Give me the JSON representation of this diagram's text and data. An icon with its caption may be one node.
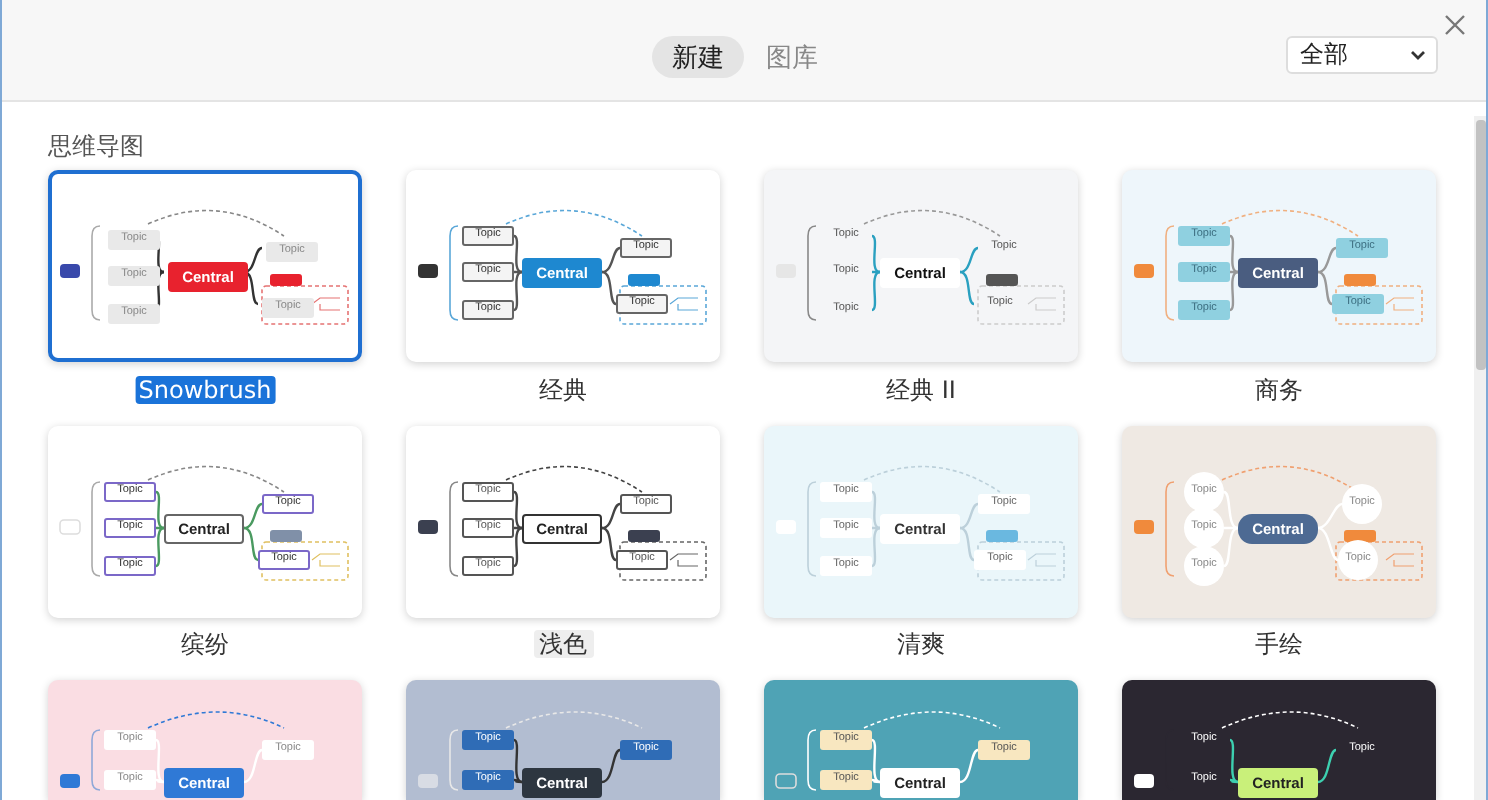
{
  "diagram": {
    "nodes": [
      {
        "text": [
          "Central",
          "Topic",
          "Topic",
          "Topic",
          "Topic",
          "Topic"
        ],
        "beside": [
          "Snowbrush"
        ]
      },
      {
        "text": [
          "Central",
          "Topic",
          "Topic",
          "Topic",
          "Topic",
          "Topic"
        ],
        "beside": [
          "经典"
        ]
      },
      {
        "text": [
          "Central",
          "Topic",
          "Topic",
          "Topic",
          "Topic",
          "Topic"
        ],
        "beside": [
          "经典 II"
        ]
      },
      {
        "text": [
          "Central",
          "Topic",
          "Topic",
          "Topic",
          "Topic",
          "Topic"
        ],
        "beside": [
          "商务"
        ]
      },
      {
        "text": [
          "Central",
          "Topic",
          "Topic",
          "Topic",
          "Topic",
          "Topic"
        ],
        "beside": [
          "缤纷"
        ]
      },
      {
        "text": [
          "Central",
          "Topic",
          "Topic",
          "Topic",
          "Topic",
          "Topic"
        ],
        "beside": [
          "浅色"
        ]
      },
      {
        "text": [
          "Central",
          "Topic",
          "Topic",
          "Topic",
          "Topic",
          "Topic"
        ],
        "beside": [
          "清爽"
        ]
      },
      {
        "text": [
          "Central",
          "Topic",
          "Topic",
          "Topic",
          "Topic",
          "Topic"
        ],
        "beside": [
          "手绘"
        ]
      },
      {
        "text": [
          "Central",
          "Topic",
          "Topic",
          "Topic"
        ]
      },
      {
        "text": [
          "Central",
          "Topic",
          "Topic",
          "Topic"
        ]
      },
      {
        "text": [
          "Central",
          "Topic",
          "Topic",
          "Topic"
        ]
      },
      {
        "text": [
          "Central",
          "Topic",
          "Topic",
          "Topic"
        ]
      }
    ],
    "labels": [
      "新建",
      "图库",
      "全部",
      "思维导图"
    ]
  }
}
